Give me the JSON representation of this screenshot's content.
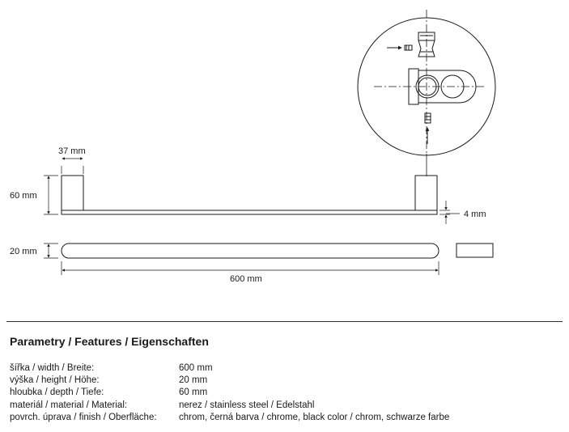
{
  "dimensions": {
    "top_width": "37 mm",
    "height_left": "60 mm",
    "thickness": "4 mm",
    "bar_height": "20 mm",
    "length": "600 mm"
  },
  "features": {
    "heading": "Parametry / Features / Eigenschaften",
    "rows": [
      {
        "label": "šířka / width / Breite:",
        "value": "600 mm"
      },
      {
        "label": "výška / height / Höhe:",
        "value": "20 mm"
      },
      {
        "label": "hloubka / depth / Tiefe:",
        "value": "60 mm"
      },
      {
        "label": "materiál / material / Material:",
        "value": "nerez / stainless steel / Edelstahl"
      },
      {
        "label": "povrch. úprava / finish / Oberfläche:",
        "value": "chrom, černá barva / chrome, black color / chrom, schwarze farbe"
      }
    ]
  },
  "colors": {
    "line": "#1a1a1a",
    "text": "#1a1a1a"
  }
}
